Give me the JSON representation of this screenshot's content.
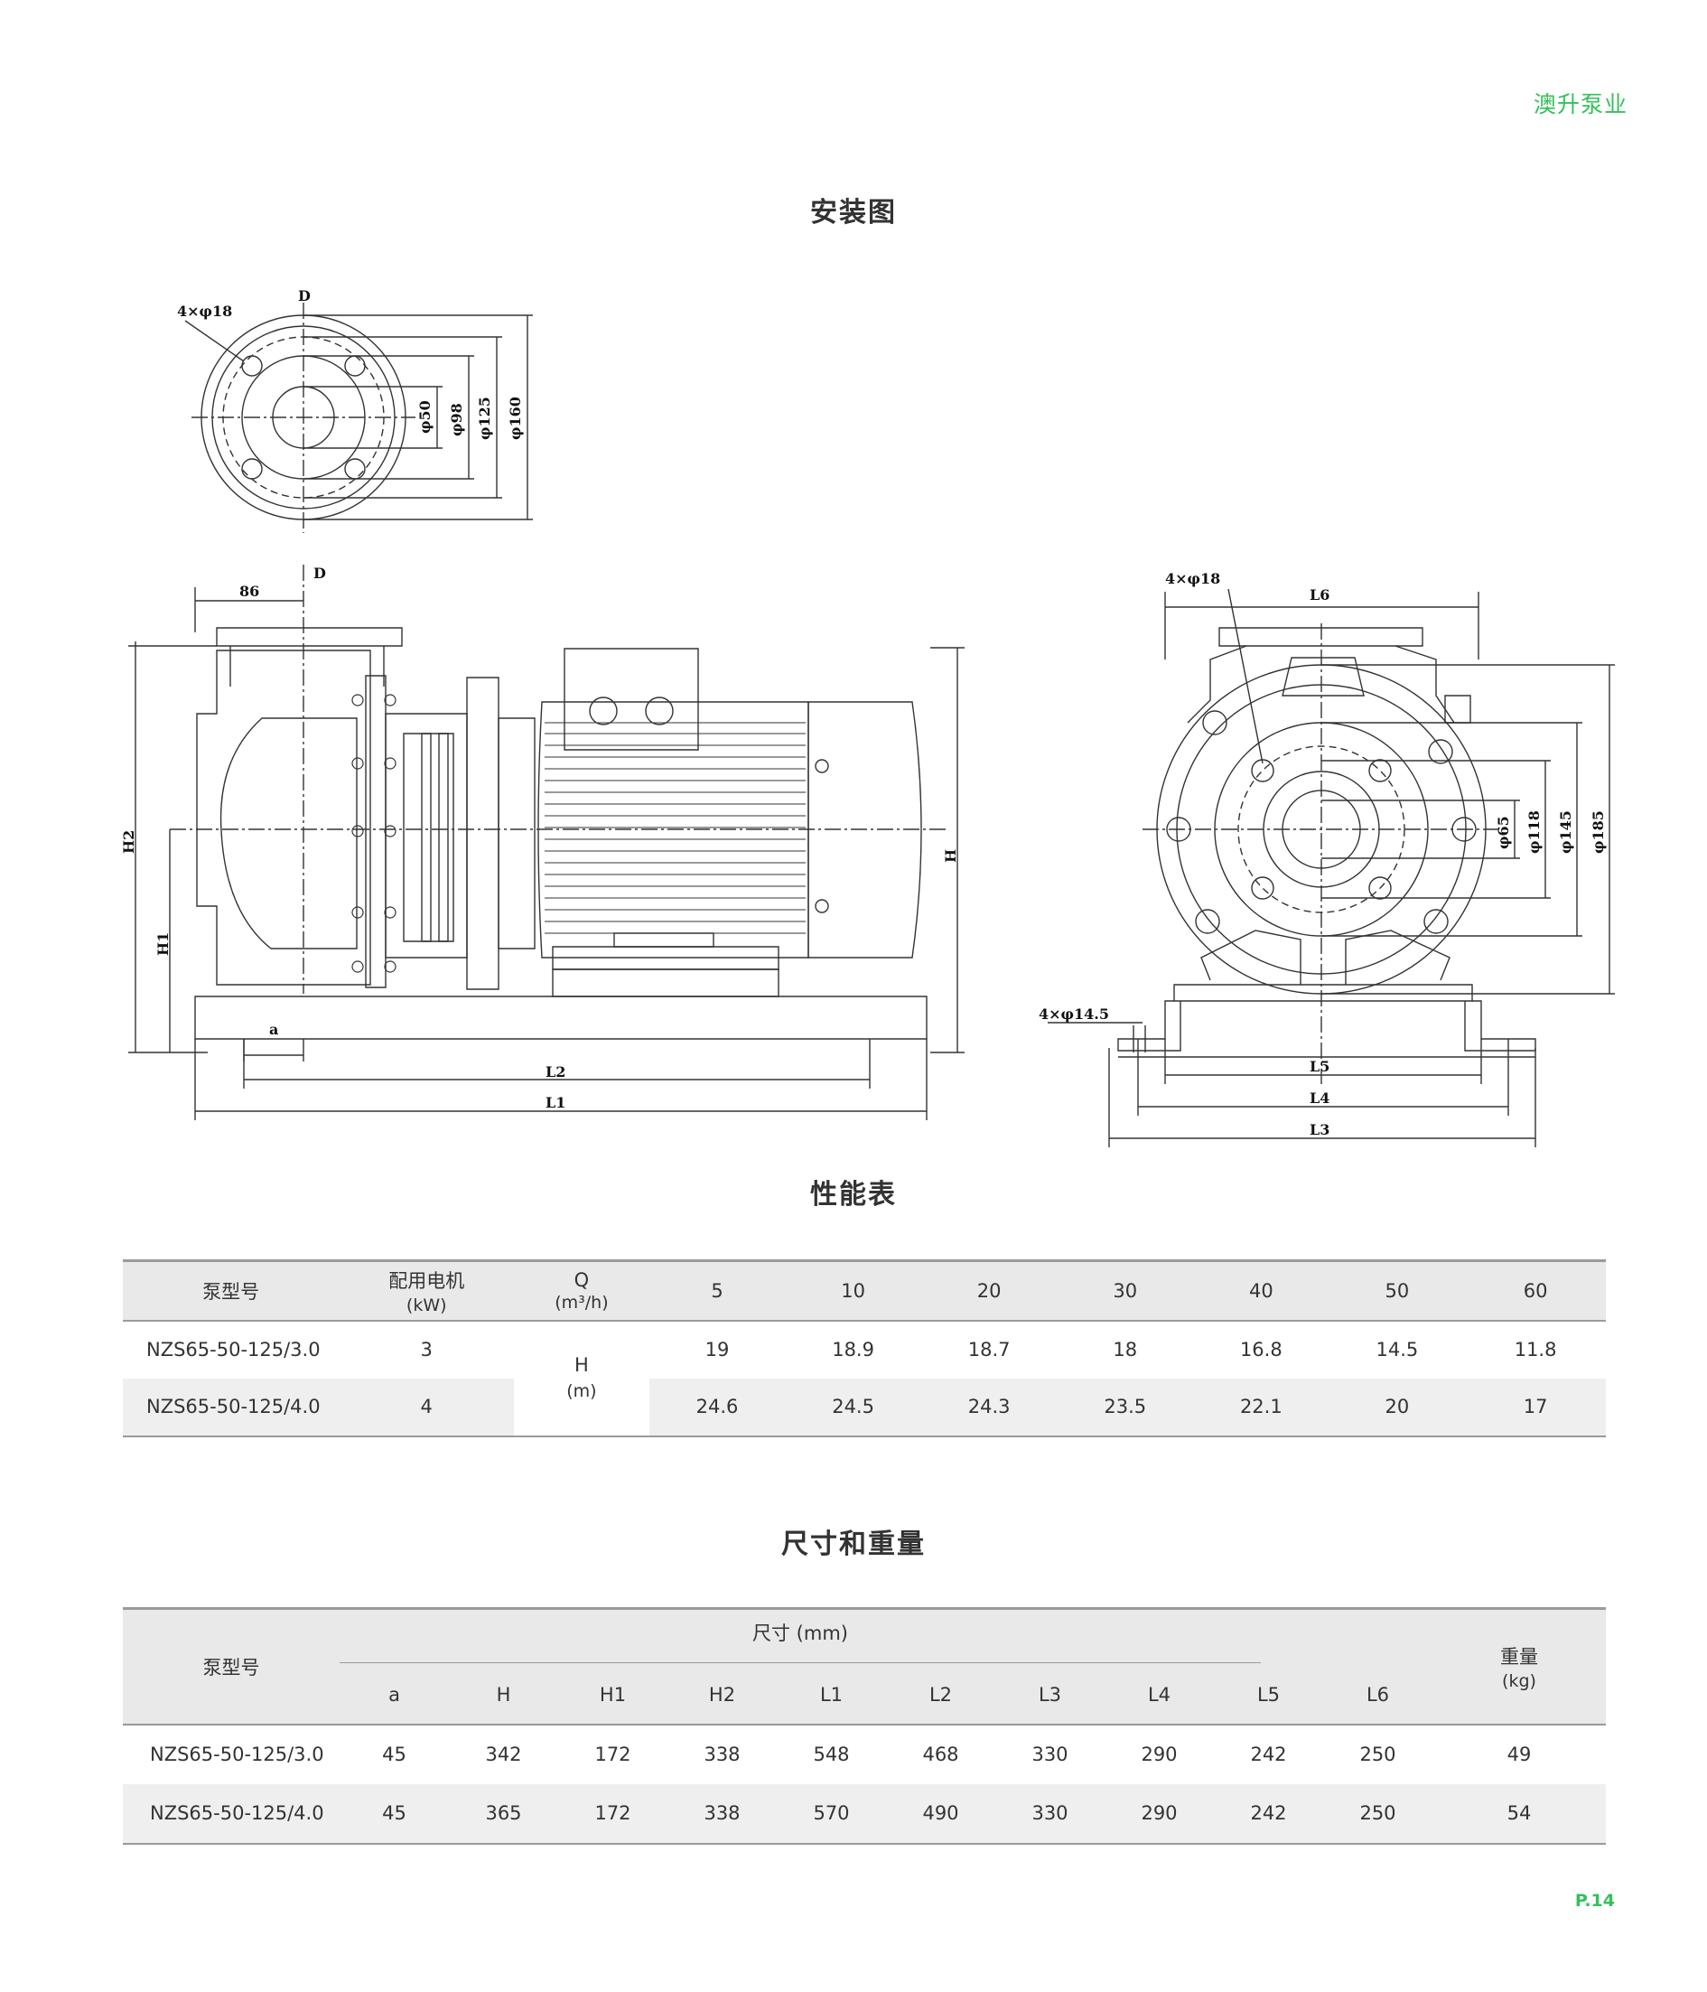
{
  "header": {
    "brand": "澳升泵业"
  },
  "sections": {
    "install_title": "安装图",
    "perf_title": "性能表",
    "dims_title": "尺寸和重量"
  },
  "drawing_labels": {
    "top_holes": "4×φ18",
    "top_d": "D",
    "top_phi50": "φ50",
    "top_phi98": "φ98",
    "top_phi125": "φ125",
    "top_phi160": "φ160",
    "side_86": "86",
    "side_d": "D",
    "side_h2": "H2",
    "side_h1": "H1",
    "side_h": "H",
    "side_a": "a",
    "side_l2": "L2",
    "side_l1": "L1",
    "front_holes": "4×φ18",
    "front_l6": "L6",
    "front_base_holes": "4×φ14.5",
    "front_phi65": "φ65",
    "front_phi118": "φ118",
    "front_phi145": "φ145",
    "front_phi185": "φ185",
    "front_l5": "L5",
    "front_l4": "L4",
    "front_l3": "L3"
  },
  "perf_table": {
    "col_model": "泵型号",
    "col_motor_1": "配用电机",
    "col_motor_2": "(kW)",
    "col_q_1": "Q",
    "col_q_2": "(m³/h)",
    "flows": [
      "5",
      "10",
      "20",
      "30",
      "40",
      "50",
      "60"
    ],
    "h_label_1": "H",
    "h_label_2": "(m)",
    "rows": [
      {
        "model": "NZS65-50-125/3.0",
        "motor": "3",
        "heads": [
          "19",
          "18.9",
          "18.7",
          "18",
          "16.8",
          "14.5",
          "11.8"
        ]
      },
      {
        "model": "NZS65-50-125/4.0",
        "motor": "4",
        "heads": [
          "24.6",
          "24.5",
          "24.3",
          "23.5",
          "22.1",
          "20",
          "17"
        ]
      }
    ]
  },
  "dims_table": {
    "col_model": "泵型号",
    "group_label": "尺寸 (mm)",
    "weight_1": "重量",
    "weight_2": "(kg)",
    "cols": [
      "a",
      "H",
      "H1",
      "H2",
      "L1",
      "L2",
      "L3",
      "L4",
      "L5",
      "L6"
    ],
    "rows": [
      {
        "model": "NZS65-50-125/3.0",
        "values": [
          "45",
          "342",
          "172",
          "338",
          "548",
          "468",
          "330",
          "290",
          "242",
          "250"
        ],
        "weight": "49"
      },
      {
        "model": "NZS65-50-125/4.0",
        "values": [
          "45",
          "365",
          "172",
          "338",
          "570",
          "490",
          "330",
          "290",
          "242",
          "250"
        ],
        "weight": "54"
      }
    ]
  },
  "footer": {
    "page": "P.14"
  }
}
